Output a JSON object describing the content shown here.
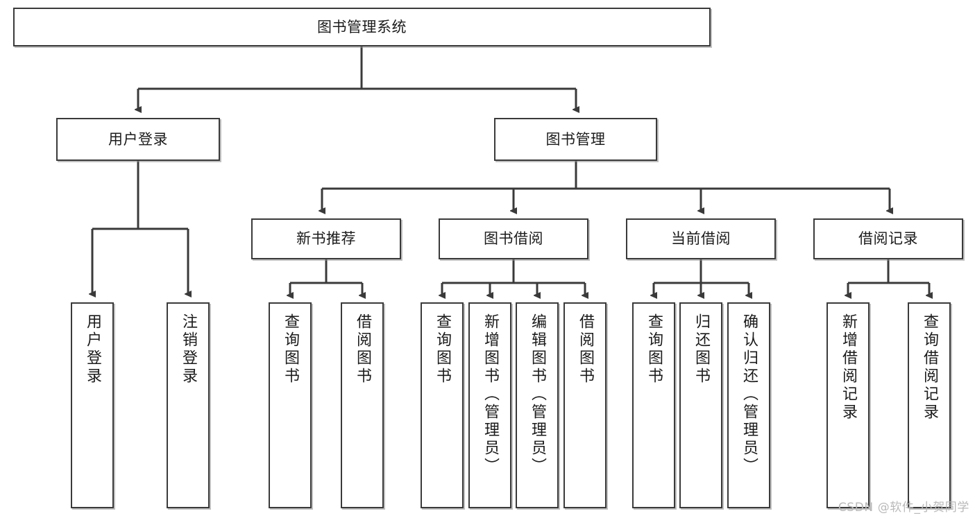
{
  "diagram": {
    "title": "图书管理系统",
    "type": "function-structure-tree",
    "line_color": "#3a3a3a",
    "box_fill": "#ffffff",
    "text_color": "#1b1b1b",
    "root": {
      "label": "图书管理系统"
    },
    "level2": [
      {
        "label": "用户登录"
      },
      {
        "label": "图书管理"
      }
    ],
    "level3": [
      {
        "label": "新书推荐"
      },
      {
        "label": "图书借阅"
      },
      {
        "label": "当前借阅"
      },
      {
        "label": "借阅记录"
      }
    ],
    "leaves": {
      "user_login": [
        {
          "label": "用户登录"
        },
        {
          "label": "注销登录"
        }
      ],
      "new_book_recommend": [
        {
          "label": "查询图书"
        },
        {
          "label": "借阅图书"
        }
      ],
      "book_borrow": [
        {
          "label": "查询图书"
        },
        {
          "label": "新增图书（管理员）"
        },
        {
          "label": "编辑图书（管理员）"
        },
        {
          "label": "借阅图书"
        }
      ],
      "current_borrow": [
        {
          "label": "查询图书"
        },
        {
          "label": "归还图书"
        },
        {
          "label": "确认归还（管理员）"
        }
      ],
      "borrow_record": [
        {
          "label": "新增借阅记录"
        },
        {
          "label": "查询借阅记录"
        }
      ]
    }
  },
  "watermark": {
    "text": "CSDN @软件_小贺同学",
    "color": "#b9b9b9"
  }
}
